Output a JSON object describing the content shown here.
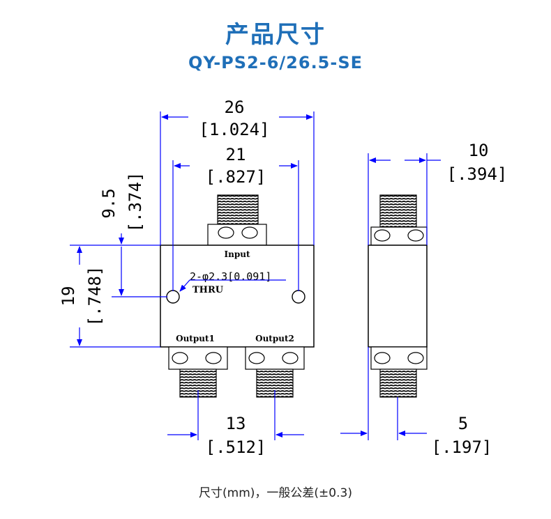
{
  "header": {
    "title": "产品尺寸",
    "model": "QY-PS2-6/26.5-SE"
  },
  "front_view": {
    "overall_width": {
      "mm": "26",
      "inch": "[1.024]"
    },
    "connector_span": {
      "mm": "21",
      "inch": "[.827]"
    },
    "connector_height": {
      "mm": "9.5",
      "inch": "[.374]"
    },
    "body_height": {
      "mm": "19",
      "inch": "[.748]"
    },
    "output_spacing": {
      "mm": "13",
      "inch": "[.512]"
    },
    "hole_note": "2-φ2.3[0.091]",
    "hole_note2": "THRU",
    "port_input": "Input",
    "port_output1": "Output1",
    "port_output2": "Output2"
  },
  "side_view": {
    "width": {
      "mm": "10",
      "inch": "[.394]"
    },
    "offset": {
      "mm": "5",
      "inch": "[.197]"
    }
  },
  "footer": {
    "note": "尺寸(mm)，一般公差(±0.3)"
  },
  "colors": {
    "accent": "#1f6fb8",
    "dimension_line": "#0000ff",
    "outline": "#000000"
  }
}
